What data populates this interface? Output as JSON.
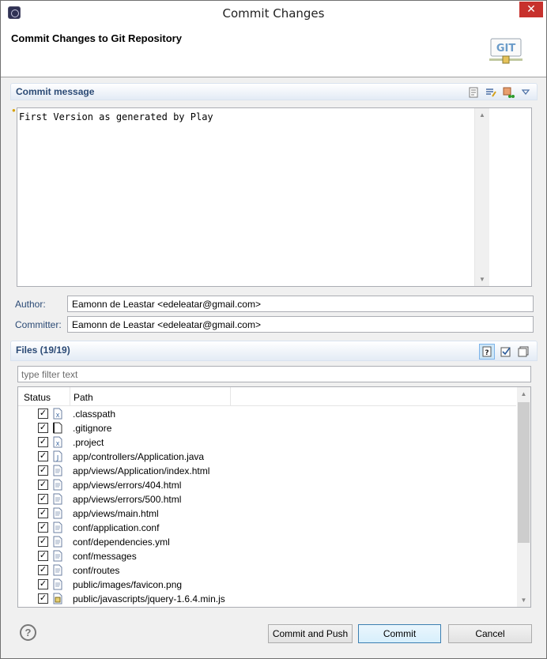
{
  "window": {
    "title": "Commit Changes",
    "close_glyph": "✕"
  },
  "header": {
    "title": "Commit Changes to Git Repository",
    "logo_text": "GIT"
  },
  "commit_section": {
    "title": "Commit message",
    "message": "First Version as generated by Play",
    "toolbar_icons": [
      "previous-messages-icon",
      "spell-check-icon",
      "add-signed-off-icon",
      "menu-chevron-icon"
    ]
  },
  "author": {
    "label": "Author:",
    "value": "Eamonn de Leastar <edeleatar@gmail.com>"
  },
  "committer": {
    "label": "Committer:",
    "value": "Eamonn de Leastar <edeleatar@gmail.com>"
  },
  "files_section": {
    "title": "Files (19/19)",
    "toolbar_icons": [
      "show-untracked-icon",
      "select-all-icon",
      "deselect-all-icon"
    ],
    "filter_placeholder": "type filter text",
    "columns": [
      "Status",
      "Path"
    ],
    "rows": [
      {
        "path": ".classpath",
        "icon": "xml-file-icon",
        "checked": true
      },
      {
        "path": ".gitignore",
        "icon": "text-file-icon",
        "checked": true
      },
      {
        "path": ".project",
        "icon": "xml-file-icon",
        "checked": true
      },
      {
        "path": "app/controllers/Application.java",
        "icon": "java-file-icon",
        "checked": true
      },
      {
        "path": "app/views/Application/index.html",
        "icon": "file-icon",
        "checked": true
      },
      {
        "path": "app/views/errors/404.html",
        "icon": "file-icon",
        "checked": true
      },
      {
        "path": "app/views/errors/500.html",
        "icon": "file-icon",
        "checked": true
      },
      {
        "path": "app/views/main.html",
        "icon": "file-icon",
        "checked": true
      },
      {
        "path": "conf/application.conf",
        "icon": "file-icon",
        "checked": true
      },
      {
        "path": "conf/dependencies.yml",
        "icon": "file-icon",
        "checked": true
      },
      {
        "path": "conf/messages",
        "icon": "file-icon",
        "checked": true
      },
      {
        "path": "conf/routes",
        "icon": "file-icon",
        "checked": true
      },
      {
        "path": "public/images/favicon.png",
        "icon": "file-icon",
        "checked": true
      },
      {
        "path": "public/javascripts/jquery-1.6.4.min.js",
        "icon": "js-file-icon",
        "checked": true
      }
    ]
  },
  "buttons": {
    "help": "?",
    "commit_and_push": "Commit and Push",
    "commit": "Commit",
    "cancel": "Cancel"
  },
  "colors": {
    "section_title": "#2b4a75",
    "close_button": "#c7312d",
    "default_button_border": "#3c7fb1"
  }
}
